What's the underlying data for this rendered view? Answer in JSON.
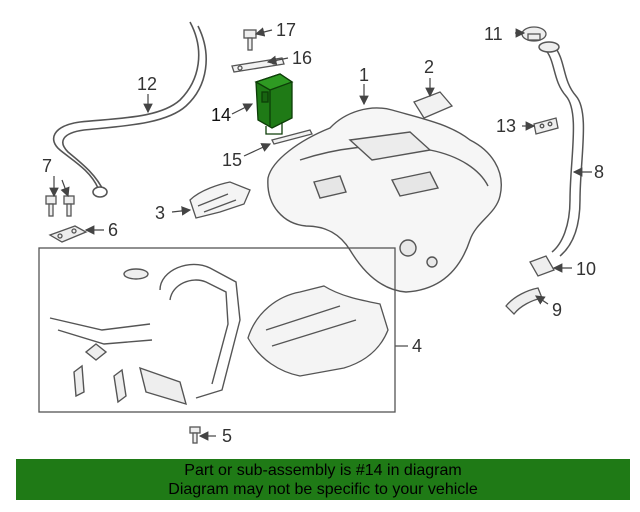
{
  "diagram": {
    "callouts": [
      "1",
      "2",
      "3",
      "4",
      "5",
      "6",
      "7",
      "8",
      "9",
      "10",
      "11",
      "12",
      "13",
      "14",
      "15",
      "16",
      "17"
    ],
    "highlighted_part": "14",
    "highlight_color": "#1f7a16"
  },
  "banner": {
    "line1": "Part or sub-assembly is #14 in diagram",
    "line2": "Diagram may not be specific to your vehicle",
    "background_color": "#1f7a16"
  }
}
